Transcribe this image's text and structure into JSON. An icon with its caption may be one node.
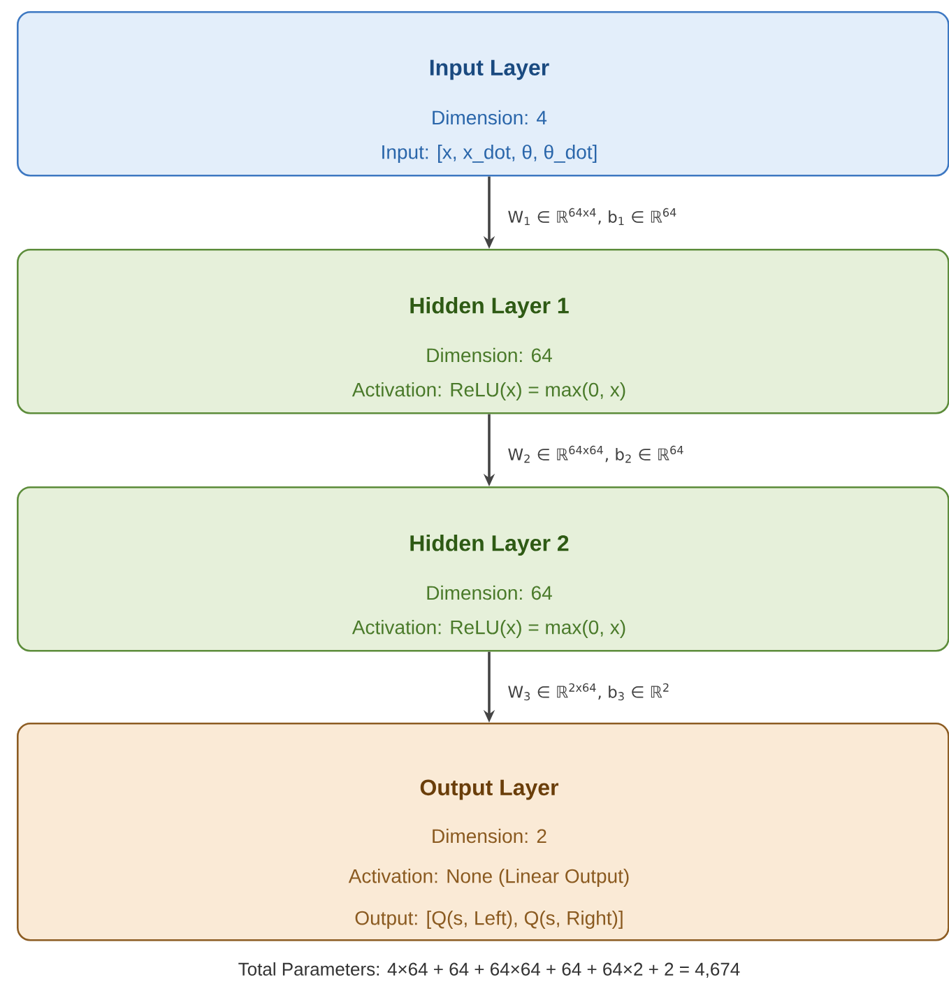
{
  "diagram": {
    "nodes": [
      {
        "text": [
          "Input Layer",
          "Dimension: 4",
          "Input: [x, x_dot, θ, θ_dot]"
        ]
      },
      {
        "text": [
          "Hidden Layer 1",
          "Dimension: 64",
          "Activation: ReLU(x) = max(0, x)"
        ]
      },
      {
        "text": [
          "Hidden Layer 2",
          "Dimension: 64",
          "Activation: ReLU(x) = max(0, x)"
        ]
      },
      {
        "text": [
          "Output Layer",
          "Dimension: 2",
          "Activation: None (Linear Output)",
          "Output: [Q(s, Left), Q(s, Right)]"
        ]
      }
    ],
    "edges": [
      {
        "from": 0,
        "to": 1,
        "arrow": "to",
        "label": "W$_{1}$ ∈ ℝ$^{64x4}$, b$_{1}$ ∈ ℝ$^{64}$"
      },
      {
        "from": 1,
        "to": 2,
        "arrow": "to",
        "label": "W$_{2}$ ∈ ℝ$^{64x64}$, b$_{2}$ ∈ ℝ$^{64}$"
      },
      {
        "from": 2,
        "to": 3,
        "arrow": "to",
        "label": "W$_{3}$ ∈ ℝ$^{2x64}$, b$_{3}$ ∈ ℝ$^{2}$"
      }
    ],
    "labels": [
      "Total Parameters: 4×64 + 64 + 64×64 + 64 + 64×2 + 2 = 4,674"
    ]
  }
}
